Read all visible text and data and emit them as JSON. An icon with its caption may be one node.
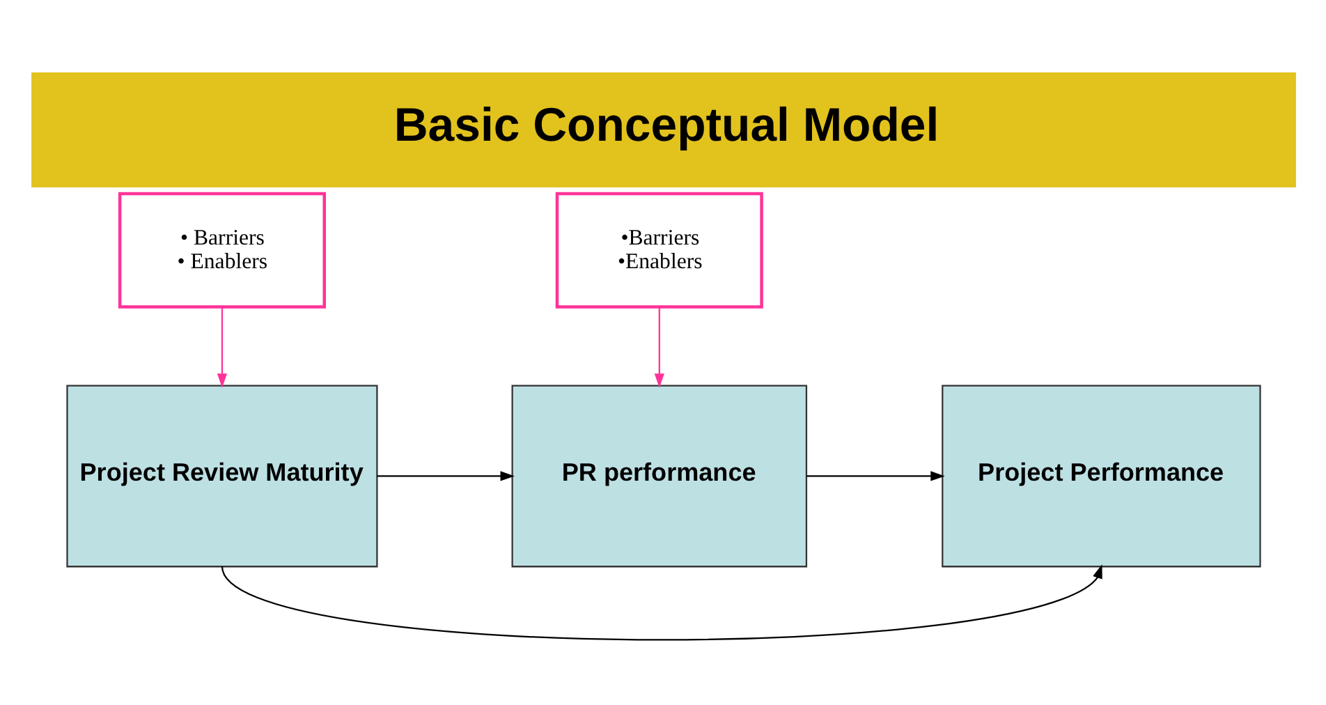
{
  "diagram": {
    "title": "Basic Conceptual Model",
    "nodes": [
      {
        "text": [
          "• Barriers",
          "• Enablers"
        ]
      },
      {
        "text": [
          "•Barriers",
          "•Enablers"
        ]
      },
      {
        "text": [
          "Project Review Maturity"
        ]
      },
      {
        "text": [
          "PR performance"
        ]
      },
      {
        "text": [
          "Project Performance"
        ]
      }
    ],
    "edges": [
      {
        "from": 0,
        "to": 2,
        "arrow": "to",
        "color": "#ff3399"
      },
      {
        "from": 1,
        "to": 3,
        "arrow": "to",
        "color": "#ff3399"
      },
      {
        "from": 2,
        "to": 3,
        "arrow": "to"
      },
      {
        "from": 3,
        "to": 4,
        "arrow": "to"
      },
      {
        "from": 2,
        "to": 4,
        "arrow": "to"
      }
    ]
  }
}
